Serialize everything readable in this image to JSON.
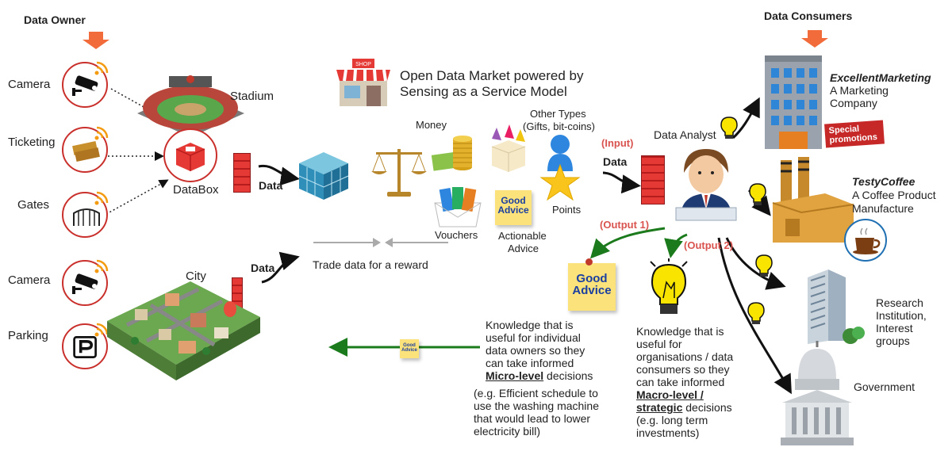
{
  "headers": {
    "owner": "Data Owner",
    "consumers": "Data Consumers"
  },
  "sources": {
    "camera1": "Camera",
    "ticketing": "Ticketing",
    "gates": "Gates",
    "camera2": "Camera",
    "parking": "Parking",
    "stadium": "Stadium",
    "city": "City",
    "databox": "DataBox"
  },
  "flow": {
    "data1": "Data",
    "data2": "Data",
    "data3": "Data",
    "trade": "Trade data for a reward"
  },
  "market": {
    "title_line1": "Open Data Market powered by",
    "title_line2": "Sensing as a Service Model",
    "shop_sign": "SHOP"
  },
  "rewards": {
    "money": "Money",
    "other_line1": "Other Types",
    "other_line2": "(Gifts, bit-coins)",
    "vouchers": "Vouchers",
    "actionable_line1": "Actionable",
    "actionable_line2": "Advice",
    "points": "Points",
    "good_advice_line1": "Good",
    "good_advice_line2": "Advice"
  },
  "analyst": {
    "label": "Data Analyst",
    "input": "(Input)",
    "output1": "(Output 1)",
    "output2": "(Output 2)"
  },
  "sticky_big": {
    "line1": "Good",
    "line2": "Advice"
  },
  "sticky_small": {
    "line1": "Good",
    "line2": "Advice"
  },
  "micro": {
    "l1": "Knowledge that is",
    "l2": "useful for individual",
    "l3": "data owners so they",
    "l4": "can take informed",
    "l5_u": "Micro-level",
    "l5_rest": " decisions",
    "ex1": "(e.g. Efficient schedule to",
    "ex2": "use the washing machine",
    "ex3": "that would lead to lower",
    "ex4": "electricity bill)"
  },
  "macro": {
    "l1": "Knowledge that is",
    "l2": "useful for",
    "l3": "organisations  / data",
    "l4": "consumers so they",
    "l5": "can take informed",
    "l6_u": "Macro-level /",
    "l7_u": "strategic",
    "l7_rest": " decisions",
    "ex1": "(e.g. long term",
    "ex2": "investments)"
  },
  "consumers": {
    "marketing_name": "ExcellentMarketing",
    "marketing_l1": "A Marketing",
    "marketing_l2": "Company",
    "special_l1": "Special",
    "special_l2": "promotions",
    "coffee_name": "TestyCoffee",
    "coffee_l1": "A Coffee Product",
    "coffee_l2": "Manufacture",
    "research_l1": "Research",
    "research_l2": "Institution,",
    "research_l3": "Interest",
    "research_l4": "groups",
    "government": "Government"
  }
}
